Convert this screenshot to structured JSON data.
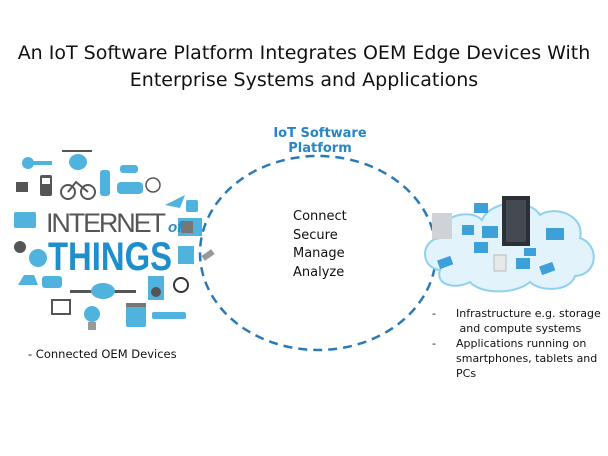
{
  "title": {
    "line1": "An IoT Software Platform Integrates OEM Edge Devices With",
    "line2": "Enterprise Systems and Applications"
  },
  "platform_label": "IoT Software Platform",
  "capabilities": [
    "Connect",
    "Secure",
    "Manage",
    "Analyze"
  ],
  "iot_logo": {
    "word1": "INTERNET",
    "word2": "of",
    "word3": "THINGS"
  },
  "oem_caption": "- Connected  OEM Devices",
  "enterprise": {
    "bullets": [
      {
        "dash": "-",
        "line1": "Infrastructure e.g. storage",
        "line2": " and compute systems"
      },
      {
        "dash": "-",
        "line1": "Applications running on",
        "line2": "smartphones, tablets and",
        "line3": "PCs"
      }
    ]
  },
  "colors": {
    "accent": "#2a86c2",
    "icon_blue": "#4fb3de",
    "logo_grey": "#555555",
    "cloud": "#d4ecf8"
  }
}
